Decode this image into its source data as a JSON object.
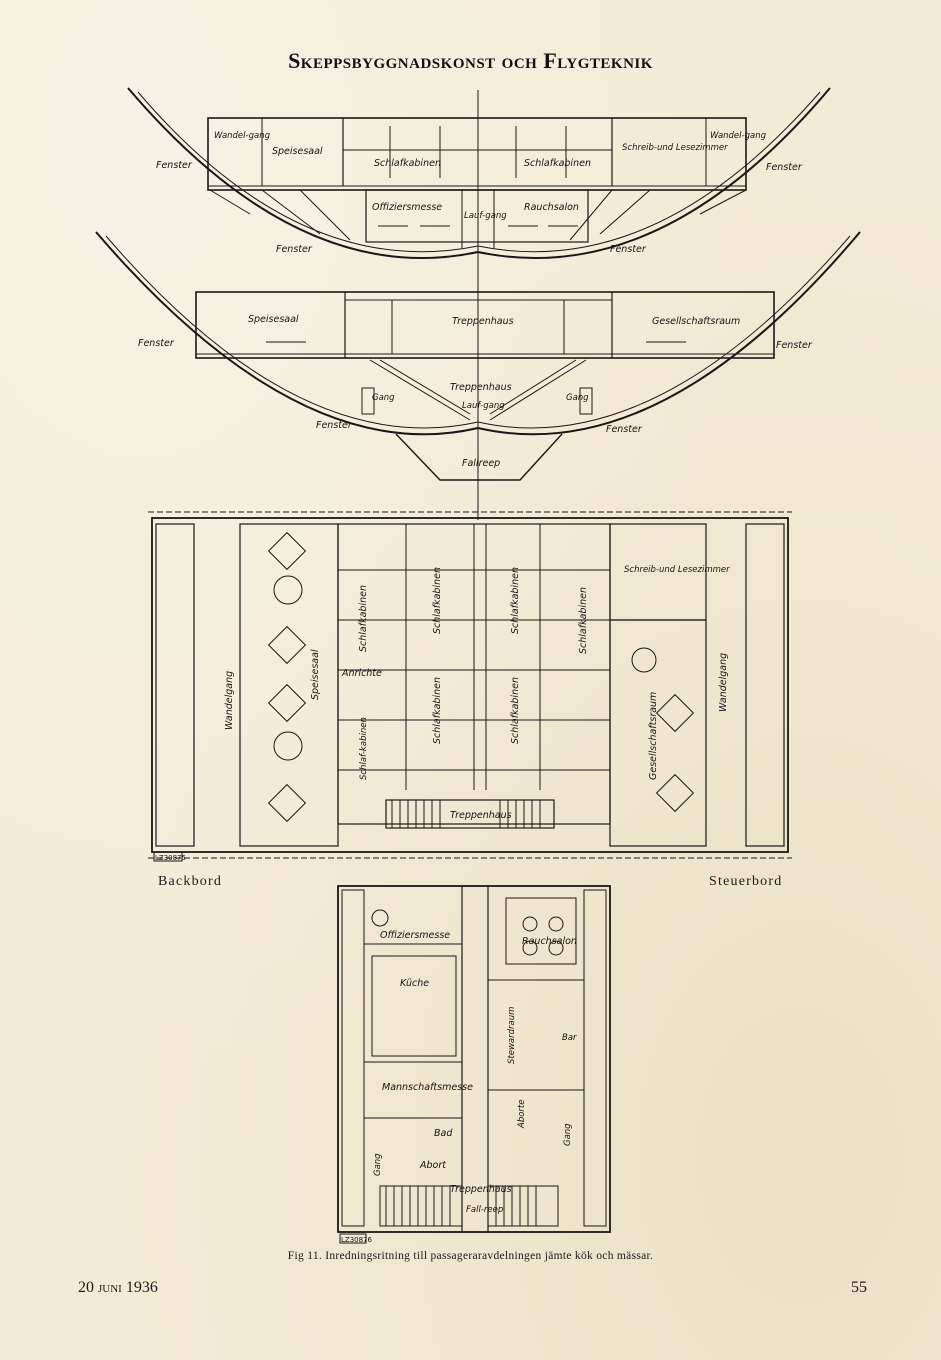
{
  "header": {
    "title": "Skeppsbyggnadskonst och Flygteknik"
  },
  "section1": {
    "window_left": "Fenster",
    "window_right": "Fenster",
    "window_low_left": "Fenster",
    "window_low_right": "Fenster",
    "promenade_left": "Wandel-gang",
    "promenade_right": "Wandel-gang",
    "dining": "Speisesaal",
    "cabins_left": "Schlafkabinen",
    "cabins_right": "Schlafkabinen",
    "officers": "Offiziersmesse",
    "walkway": "Lauf-gang",
    "smoking": "Rauchsalon",
    "writing": "Schreib-und Lesezimmer"
  },
  "section2": {
    "window_left": "Fenster",
    "window_right": "Fenster",
    "window_low_left": "Fenster",
    "window_low_right": "Fenster",
    "dining": "Speisesaal",
    "stairwell_top": "Treppenhaus",
    "social": "Gesellschaftsraum",
    "stairwell_mid": "Treppenhaus",
    "walkway": "Lauf-gang",
    "gang_left": "Gang",
    "gang_right": "Gang",
    "gangway": "Fallreep"
  },
  "plan_upper": {
    "promenade_left": "Wandelgang",
    "promenade_right": "Wandelgang",
    "dining": "Speisesaal",
    "pantry": "Anrichte",
    "cabins_a": "Schlafkabinen",
    "cabins_b": "Schlafkabinen",
    "cabins_c": "Schlafkabinen",
    "cabins_d": "Schlafkabinen",
    "cabins_e": "Schlafkabinen",
    "cabins_f": "Schlafkabinen",
    "cabins_small": "Schlaf-kabinen",
    "stairwell": "Treppenhaus",
    "writing": "Schreib-und Lesezimmer",
    "social": "Gesellschaftsraum",
    "plate_no": "LZ30875"
  },
  "sides": {
    "port": "Backbord",
    "starboard": "Steuerbord"
  },
  "plan_lower": {
    "officers": "Offiziersmesse",
    "kitchen": "Küche",
    "crew": "Mannschaftsmesse",
    "bath": "Bad",
    "toilet": "Abort",
    "gang_left": "Gang",
    "gang_right": "Gang",
    "stairwell": "Treppenhaus",
    "gangway": "Fall-reep",
    "smoking": "Rauchsalon",
    "steward": "Stewardraum",
    "bar": "Bar",
    "toilets": "Aborte",
    "plate_no": "LZ30876"
  },
  "caption": "Fig 11.  Inredningsritning till passageraravdelningen jämte kök och mässar.",
  "footer": {
    "date": "20 juni 1936",
    "page_number": "55"
  }
}
